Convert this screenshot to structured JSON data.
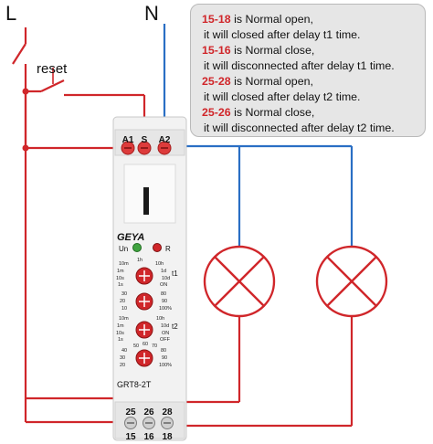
{
  "labels": {
    "line": "L",
    "neutral": "N",
    "reset": "reset"
  },
  "device": {
    "brand": "GEYA",
    "model": "GRT8-2T",
    "led_un": "Un",
    "led_r": "R",
    "top_terminals": [
      "A1",
      "S",
      "A2"
    ],
    "bottom_row_upper": [
      "25",
      "26",
      "28"
    ],
    "bottom_row_lower": [
      "15",
      "16",
      "18"
    ],
    "dial_t1": "t1",
    "dial_t2": "t2",
    "time_scale_1": [
      "1s",
      "10s",
      "1m",
      "10m",
      "1h",
      "10h",
      "1d",
      "10d",
      "ON",
      "OFF"
    ],
    "percent_scale": [
      "10",
      "20",
      "30",
      "40",
      "50",
      "60",
      "70",
      "80",
      "90",
      "100%"
    ],
    "dial_percent_inner": [
      "50",
      "60",
      "70"
    ]
  },
  "info": {
    "lines": [
      {
        "code": "15-18",
        "text": " is Normal open,"
      },
      {
        "code": "",
        "text": "it will closed after delay t1 time."
      },
      {
        "code": "15-16",
        "text": " is Normal close,"
      },
      {
        "code": "",
        "text": "it will disconnected after delay t1 time."
      },
      {
        "code": "25-28",
        "text": " is Normal open,"
      },
      {
        "code": "",
        "text": "it will closed after delay t2 time."
      },
      {
        "code": "25-26",
        "text": " is Normal close,"
      },
      {
        "code": "",
        "text": "it will disconnected after delay t2 time."
      }
    ]
  },
  "colors": {
    "live": "#d0262a",
    "neutral": "#2a6fc4",
    "dial": "#d0262a",
    "device_body": "#f0f0f0"
  },
  "icons": [
    "lamp-icon",
    "switch-icon",
    "terminal-screw-icon",
    "led-indicator-icon"
  ]
}
